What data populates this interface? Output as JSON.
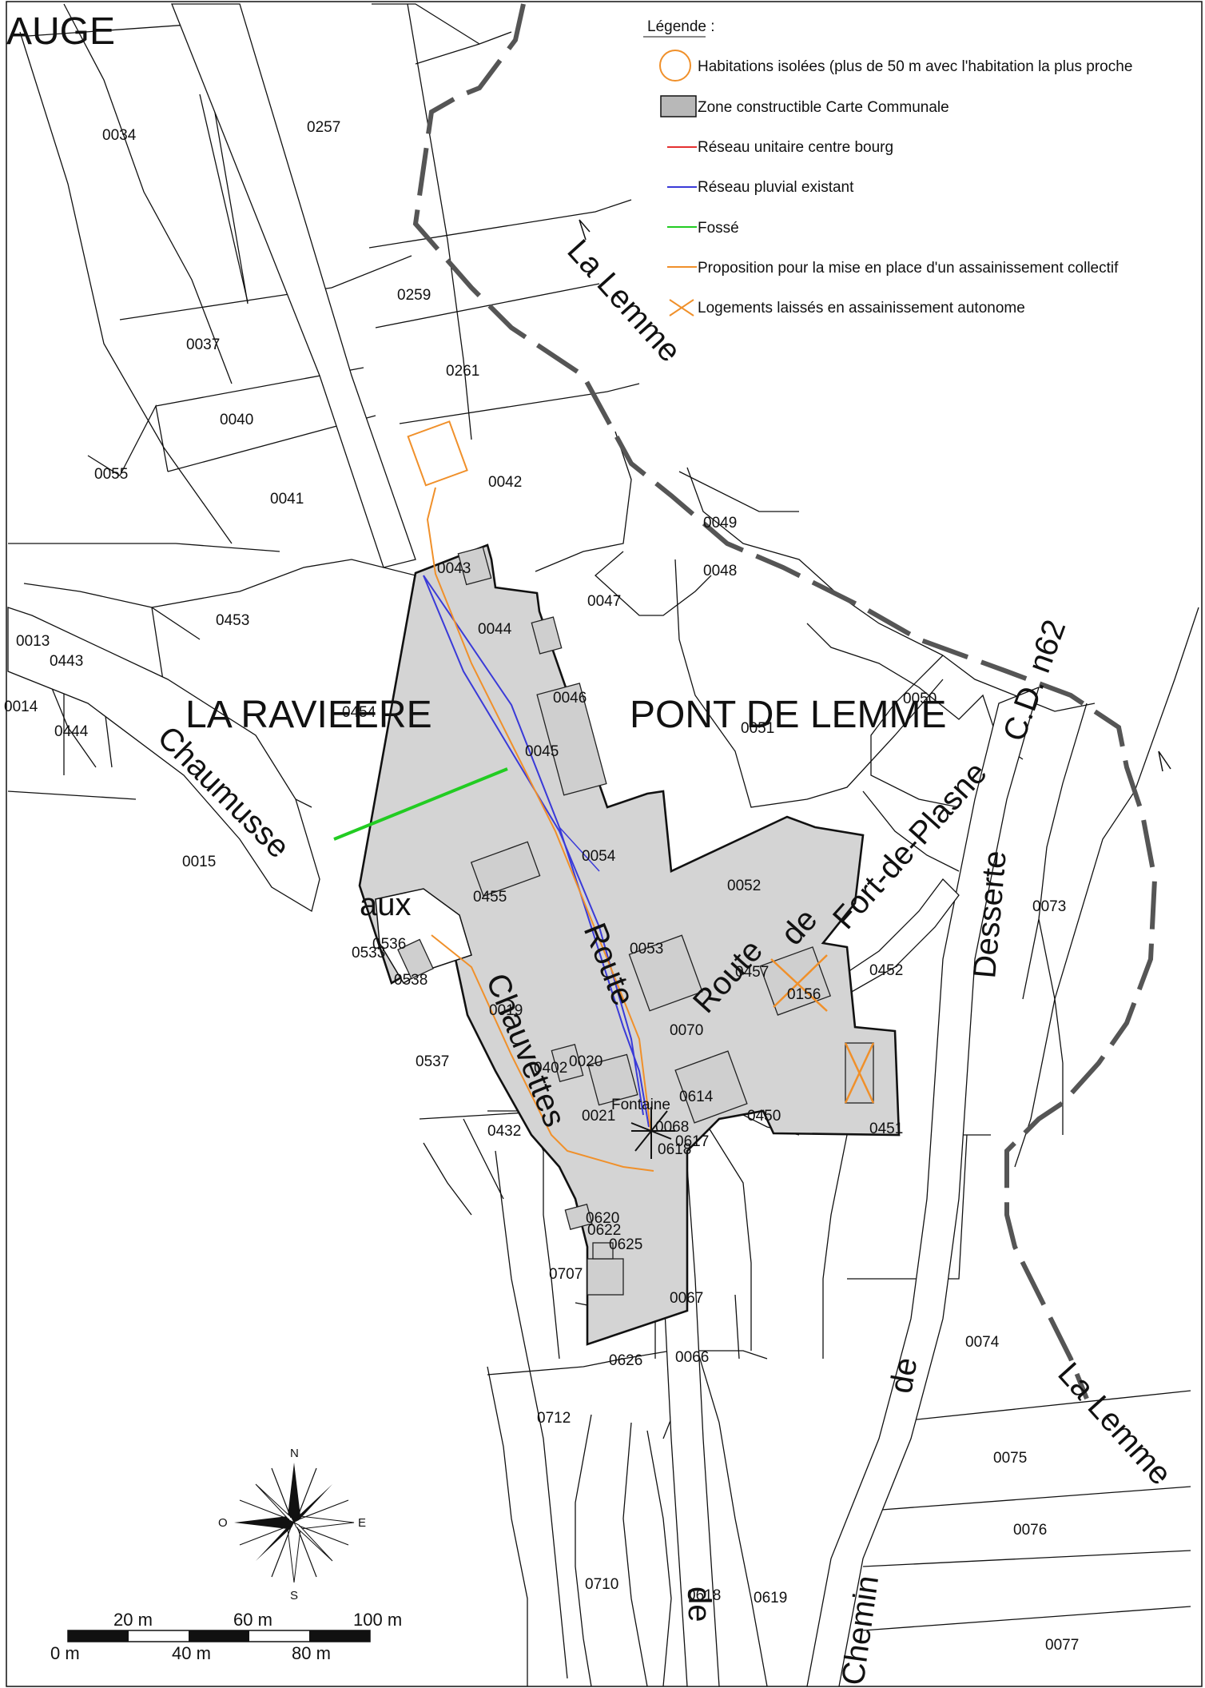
{
  "legend": {
    "title": "Légende :",
    "items": [
      {
        "label": "Habitations isolées (plus de 50 m avec l'habitation la plus proche",
        "symbol": "circle-orange-icon",
        "color": "#f0902a"
      },
      {
        "label": "Zone constructible Carte Communale",
        "symbol": "grey-box-icon",
        "color": "#b8b8b8"
      },
      {
        "label": "Réseau unitaire centre bourg",
        "symbol": "line-red-icon",
        "color": "#e53030"
      },
      {
        "label": "Réseau pluvial existant",
        "symbol": "line-blue-icon",
        "color": "#3a3ad8"
      },
      {
        "label": "Fossé",
        "symbol": "line-green-icon",
        "color": "#22cc22"
      },
      {
        "label": "Proposition pour la mise en place d'un assainissement collectif",
        "symbol": "line-orange-icon",
        "color": "#f0902a"
      },
      {
        "label": "Logements laissés en assainissement autonome",
        "symbol": "cross-orange-icon",
        "color": "#f0902a"
      }
    ]
  },
  "places": {
    "corner": "AUGE",
    "la_raviere": "LA RAVIEERE",
    "pont_de_lemme": "PONT DE LEMME"
  },
  "roads": {
    "la_lemme_1": "La Lemme",
    "la_lemme_2": "La Lemme",
    "cd": "C.D. n62",
    "desserte": "Desserte",
    "route_fort_1": "Route",
    "route_fort_2": "de",
    "route_fort_3": "Fort-de-Plasne",
    "route": "Route",
    "chauvettes": "Chauvettes",
    "aux": "aux",
    "chaumusse": "Chaumusse",
    "chemin": "Chemin",
    "de": "de",
    "de_bottom": "de",
    "fontaine": "Fontaine"
  },
  "parcels": [
    "0034",
    "0257",
    "0037",
    "0259",
    "0261",
    "0040",
    "0055",
    "0041",
    "0042",
    "0049",
    "0048",
    "0043",
    "0047",
    "0453",
    "0044",
    "0013",
    "0443",
    "0014",
    "0444",
    "0454",
    "0046",
    "0045",
    "0050",
    "0051",
    "0015",
    "0054",
    "0052",
    "0073",
    "0455",
    "0536",
    "0053",
    "0457",
    "0452",
    "0533",
    "0538",
    "0156",
    "0019",
    "0070",
    "0537",
    "0402",
    "0020",
    "0614",
    "0450",
    "0451",
    "0021",
    "0068",
    "0617",
    "0432",
    "0618",
    "0620",
    "0622",
    "0625",
    "0707",
    "0067",
    "0074",
    "0626",
    "0066",
    "0712",
    "0075",
    "0076",
    "0710",
    "0618",
    "0619",
    "0077"
  ],
  "compass": {
    "n": "N",
    "s": "S",
    "e": "E",
    "o": "O"
  },
  "scale": {
    "top": [
      "20 m",
      "60 m",
      "100 m"
    ],
    "bottom": [
      "0 m",
      "40 m",
      "80 m"
    ]
  }
}
